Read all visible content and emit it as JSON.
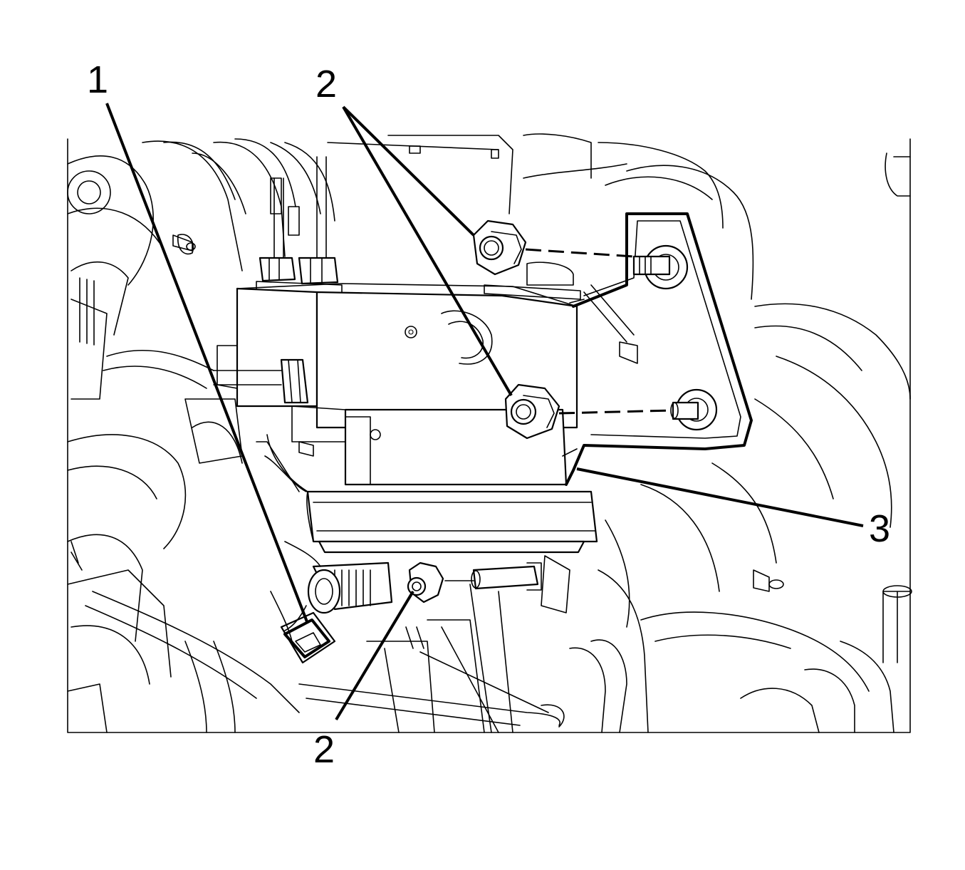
{
  "callouts": [
    {
      "id": "1",
      "label": "1"
    },
    {
      "id": "2a",
      "label": "2"
    },
    {
      "id": "2b",
      "label": "2"
    },
    {
      "id": "3",
      "label": "3"
    }
  ]
}
